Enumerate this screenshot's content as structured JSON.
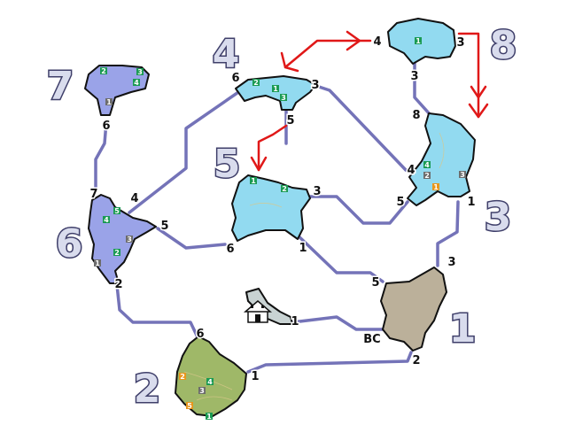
{
  "colors": {
    "path": "#7473b8",
    "arrow": "#e01818",
    "zone_light": "#92daf0",
    "zone_periwinkle": "#9aa3e8",
    "zone_tan": "#bbb09a",
    "zone_olive": "#9fb868",
    "camp": "#c9d3d3",
    "marker_green": "#1a9a52",
    "marker_gray": "#6c6c6c",
    "marker_orange": "#e8961c"
  },
  "zones": [
    {
      "id": "1",
      "label": "1",
      "color": "tan"
    },
    {
      "id": "2",
      "label": "2",
      "color": "olive"
    },
    {
      "id": "3",
      "label": "3",
      "color": "light"
    },
    {
      "id": "4",
      "label": "4",
      "color": "light"
    },
    {
      "id": "5",
      "label": "5",
      "color": "light"
    },
    {
      "id": "6",
      "label": "6",
      "color": "periwinkle"
    },
    {
      "id": "7",
      "label": "7",
      "color": "periwinkle"
    },
    {
      "id": "8",
      "label": "8",
      "color": "light"
    }
  ],
  "exits": {
    "z8_4": "4",
    "z8_3": "3",
    "z8_3b": "3",
    "z4_6": "6",
    "z4_3": "3",
    "z4_5": "5",
    "z7_6": "6",
    "z6_7": "7",
    "z6_4": "4",
    "z6_5": "5",
    "z6_6": "6",
    "z6_2": "2",
    "z5_3": "3",
    "z5_6": "6",
    "z5_1": "1",
    "z3_8": "8",
    "z3_4": "4",
    "z3_5": "5",
    "z3_1": "1",
    "z3_3": "3",
    "z1_5": "5",
    "z1_bc": "BC",
    "z1_2": "2",
    "z2_6": "6",
    "z2_1": "1",
    "camp_1": "1"
  },
  "markers": {
    "z8_1": "1",
    "z7_2": "2",
    "z7_3": "3",
    "z7_4": "4",
    "z7_1": "1",
    "z4_2": "2",
    "z4_1": "1",
    "z4_3": "3",
    "z5_1": "1",
    "z5_2": "2",
    "z6_5": "5",
    "z6_4": "4",
    "z6_3": "3",
    "z6_2": "2",
    "z6_1": "1",
    "z3_4": "4",
    "z3_2": "2",
    "z3_3": "3",
    "z3_1": "1",
    "z2_2": "2",
    "z2_4": "4",
    "z2_3": "3",
    "z2_5": "5",
    "z2_1": "1"
  },
  "icons": {
    "base_camp": "tent-icon"
  }
}
